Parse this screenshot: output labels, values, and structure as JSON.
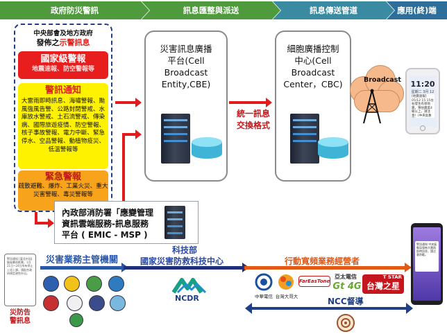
{
  "header": {
    "steps": [
      {
        "label": "政府防災警訊",
        "color": "#4f9a3c"
      },
      {
        "label": "訊息匯整與派送",
        "color": "#4f9a3c"
      },
      {
        "label": "訊息傳送管道",
        "color": "#3a8ba1"
      },
      {
        "label": "應用(終)端",
        "color": "#2d6f9a"
      }
    ]
  },
  "gov_panel": {
    "line1": "中央部會及地方政府",
    "line2_prefix": "發佈之",
    "line2_red": "示警訊息",
    "national": {
      "title": "國家級警報",
      "desc": "地震速報、防空警報等"
    },
    "notice": {
      "title": "警訊通知",
      "desc": "大雷雨即時訊息、海嘯警報、颱風強風告警、公路封閉警戒、水庫放水警戒、土石流警戒、傳染病、國際旅遊疫情、防空警報、核子事故警報、電力中斷、緊急停水、空品警報、動植物疫災、低溫警報等"
    },
    "emergency": {
      "title": "緊急警報",
      "desc": "疏散避難、爆炸、工業火災、重大災害警報、毒災警報等"
    }
  },
  "cbe": {
    "name_lines": [
      "災害訊息廣播",
      "平台(Cell",
      "Broadcast",
      "Entity,CBE)"
    ]
  },
  "exchange": {
    "lines": [
      "統一訊息",
      "交換格式"
    ]
  },
  "cbc": {
    "name_lines": [
      "細胞廣播控制",
      "中心(Cell",
      "Broadcast",
      "Center，CBC)"
    ]
  },
  "broadcast": {
    "label": "Broadcast"
  },
  "phone_top": {
    "time": "11:20",
    "date": "星期二 3月 12",
    "msg": "[地震速報] 05/12 15:15左右發生有感地震，預估震度4級以上，請注意！(中央氣象局)"
  },
  "emic": {
    "name_lines": [
      "內政部消防署「應變管理",
      "資訊雲端服務-訊息服務",
      "平台 ( EMIC - MSP )"
    ]
  },
  "bottom": {
    "disaster_agency": {
      "title": "災害業務主管機關",
      "color": "#2a57a8"
    },
    "ncdr": {
      "title_line1": "科技部",
      "title_line2": "國家災害防救科技中心",
      "color": "#2a4aa3",
      "logo_text": "NCDR"
    },
    "operators": {
      "title": "行動寬頻業務經營者",
      "color": "#e25a16"
    },
    "ncc": {
      "title": "NCC督導",
      "color": "#1f3f86"
    },
    "side_label": [
      "災防告",
      "警訊息"
    ],
    "side_phone_text": "警訊通知 [臺北市]因颱風暴雨影響，1月21日~24日所有停止上班上課，請配合政府規定避免外出。",
    "right_phone_text": "警訊通知 中央氣象局發佈大雷雨即時訊息，請注意防範。",
    "telcos": [
      {
        "name": "中華電信",
        "text": "CHT",
        "bg": "#ffffff",
        "fg": "#1b4fa0"
      },
      {
        "name": "台灣大哥大",
        "text": "TWM",
        "bg": "#ffffff",
        "fg": "#e55a1c"
      },
      {
        "name": "FarEasTone",
        "text": "FarEasTone",
        "bg": "#ffffff",
        "fg": "#c2161b"
      },
      {
        "name": "亞太電信",
        "text": "Gt 4G",
        "bg": "#ffffff",
        "fg": "#6aa634"
      },
      {
        "name": "台灣之星",
        "text": "台灣之星",
        "bg": "#c4161c",
        "fg": "#ffffff"
      }
    ],
    "tstar_label": "T STAR",
    "apt_label": "亞太電信"
  }
}
